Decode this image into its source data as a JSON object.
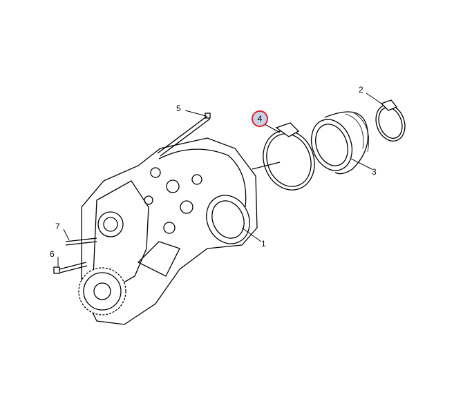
{
  "diagram": {
    "callouts": [
      {
        "id": "1",
        "label": "1"
      },
      {
        "id": "2",
        "label": "2"
      },
      {
        "id": "3",
        "label": "3"
      },
      {
        "id": "4",
        "label": "4",
        "highlighted": true
      },
      {
        "id": "5",
        "label": "5"
      },
      {
        "id": "6",
        "label": "6"
      },
      {
        "id": "7",
        "label": "7"
      }
    ],
    "highlight_color": "#e0202a"
  }
}
